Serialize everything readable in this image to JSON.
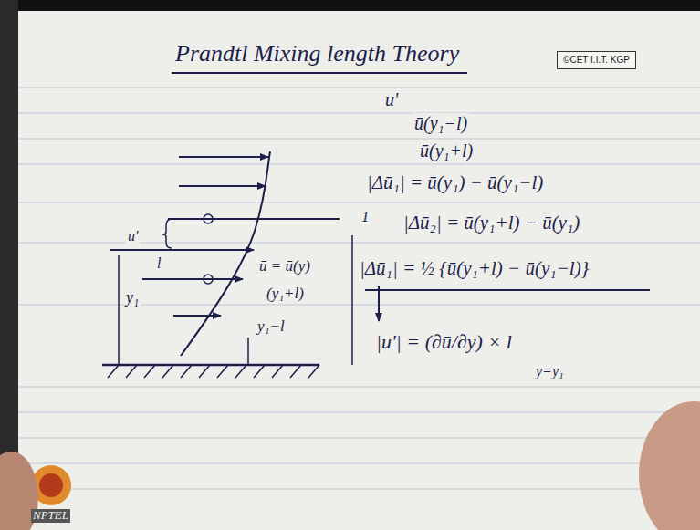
{
  "diagram": {
    "title": "Prandtl Mixing length Theory",
    "nodes": [
      {
        "text": [
          "©CET I.I.T. KGP"
        ]
      }
    ],
    "labels": [
      "u'",
      "ū(y₁−l)",
      "ū(y₁+l)",
      "|Δū₁| = ū(y₁) − ū(y₁−l)",
      "|Δū₂| = ū(y₁+l) − ū(y₁)",
      "|Δū₁| = ½ {ū(y₁+l) − ū(y₁−l)}",
      "|u'| = (∂ū/∂y) × l",
      "y=y₁",
      "u'",
      "l",
      "y₁",
      "ū = ū(y)",
      "(y₁+l)",
      "y₁−l",
      "1",
      "NPTEL"
    ]
  }
}
